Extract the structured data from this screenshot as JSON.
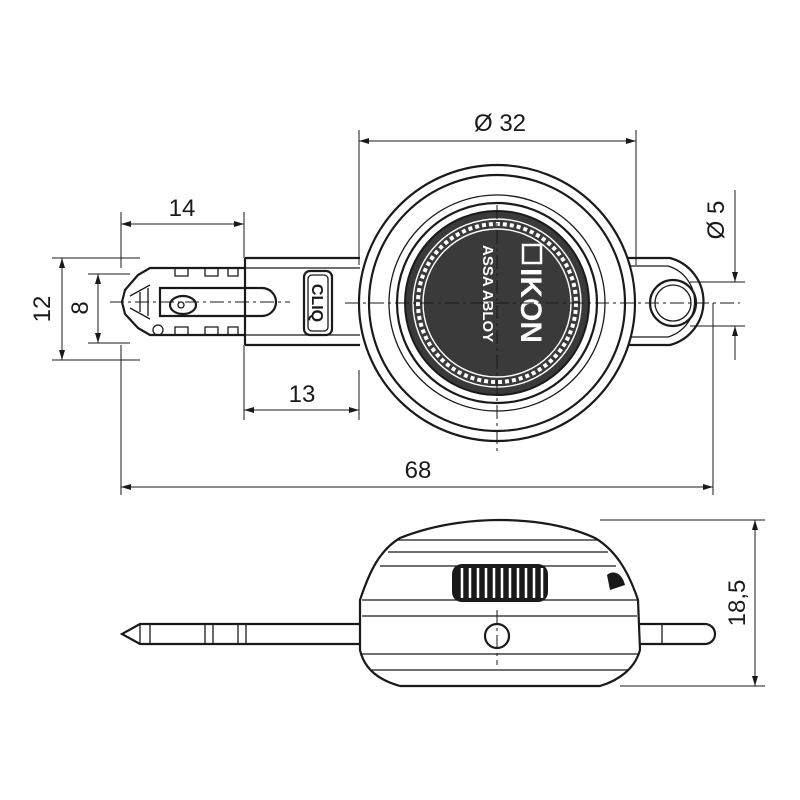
{
  "dimensions": {
    "diameter_body": "Ø 32",
    "diameter_hole": "Ø 5",
    "width_14": "14",
    "height_12": "12",
    "height_8": "8",
    "length_13": "13",
    "length_68": "68",
    "height_18_5": "18,5"
  },
  "markings": {
    "brand": "IKON",
    "manufacturer": "ASSA ABLOY",
    "cliq": "CLIQ"
  }
}
